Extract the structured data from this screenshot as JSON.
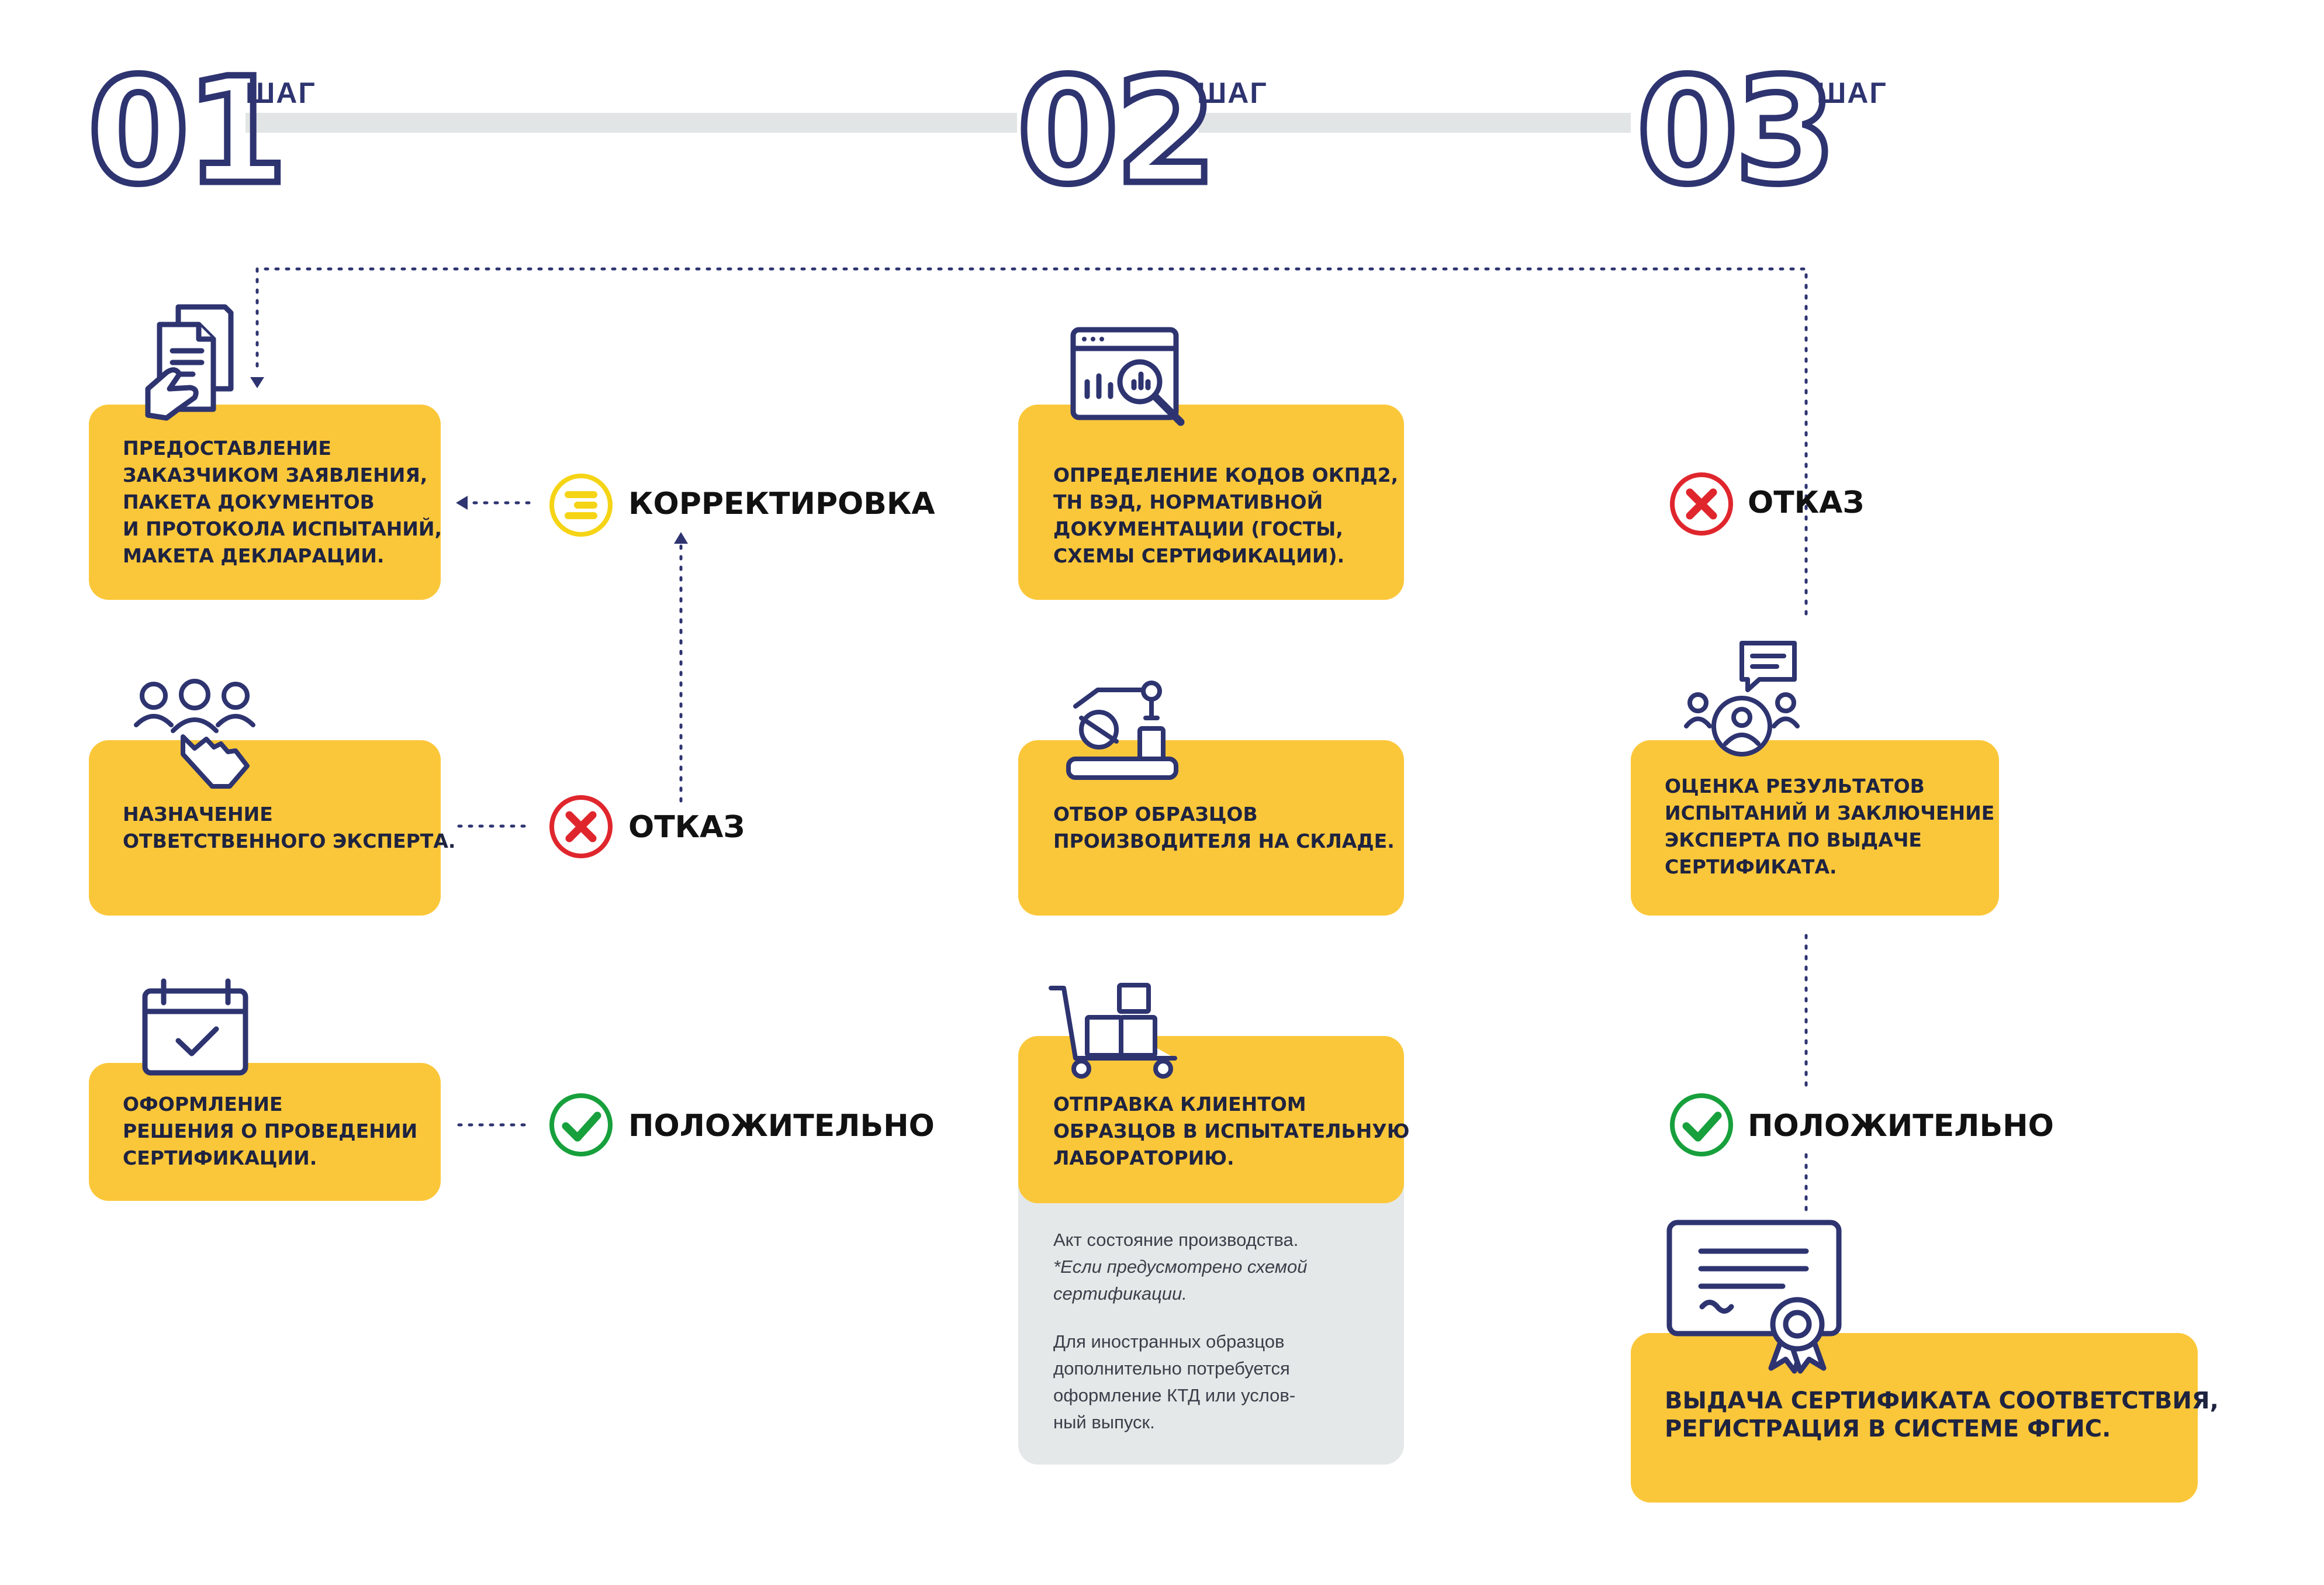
{
  "steps": [
    {
      "number": "01",
      "label": "ШАГ"
    },
    {
      "number": "02",
      "label": "ШАГ"
    },
    {
      "number": "03",
      "label": "ШАГ"
    }
  ],
  "cards": {
    "submission": "ПРЕДОСТАВЛЕНИЕ\nЗАКАЗЧИКОМ ЗАЯВЛЕНИЯ,\nПАКЕТА ДОКУМЕНТОВ\nИ ПРОТОКОЛА ИСПЫТАНИЙ,\nМАКЕТА ДЕКЛАРАЦИИ.",
    "assign_expert": "НАЗНАЧЕНИЕ\nОТВЕТСТВЕННОГО ЭКСПЕРТА.",
    "decision": "ОФОРМЛЕНИЕ\nРЕШЕНИЯ О ПРОВЕДЕНИИ\nСЕРТИФИКАЦИИ.",
    "codes": "ОПРЕДЕЛЕНИЕ КОДОВ ОКПД2,\nТН ВЭД, НОРМАТИВНОЙ\nДОКУМЕНТАЦИИ (ГОСТЫ,\nСХЕМЫ СЕРТИФИКАЦИИ).",
    "sampling": "ОТБОР ОБРАЗЦОВ\nПРОИЗВОДИТЕЛЯ НА СКЛАДЕ.",
    "shipping": "ОТПРАВКА КЛИЕНТОМ\nОБРАЗЦОВ В ИСПЫТАТЕЛЬНУЮ\nЛАБОРАТОРИЮ.",
    "evaluation": "ОЦЕНКА РЕЗУЛЬТАТОВ\nИСПЫТАНИЙ И ЗАКЛЮЧЕНИЕ\nЭКСПЕРТА ПО ВЫДАЧЕ\nСЕРТИФИКАТА.",
    "issuance": "ВЫДАЧА СЕРТИФИКАТА СООТВЕТСТВИЯ,\nРЕГИСТРАЦИЯ В СИСТЕМЕ ФГИС."
  },
  "statuses": {
    "correction": "КОРРЕКТИРОВКА",
    "refusal_1": "ОТКАЗ",
    "positive_1": "ПОЛОЖИТЕЛЬНО",
    "refusal_3": "ОТКАЗ",
    "positive_3": "ПОЛОЖИТЕЛЬНО"
  },
  "note": {
    "line1": "Акт состояние производства.",
    "line2": "*Если предусмотрено схемой\nсертификации.",
    "line3": "Для иностранных образцов\nдополнительно потребуется\nоформление КТД или услов-\nный выпуск."
  },
  "colors": {
    "card_yellow": "#fbc73a",
    "navy": "#2e3470",
    "refuse_red": "#e0262d",
    "ok_green": "#17a03c",
    "correction_yellow": "#f5d416",
    "note_gray": "#e5e8e8"
  },
  "icons": [
    "document-hand-icon",
    "team-cursor-icon",
    "calendar-check-icon",
    "browser-analytics-icon",
    "robot-arm-icon",
    "hand-truck-icon",
    "chat-person-icon",
    "certificate-icon",
    "correction-icon",
    "refuse-icon",
    "ok-icon"
  ]
}
